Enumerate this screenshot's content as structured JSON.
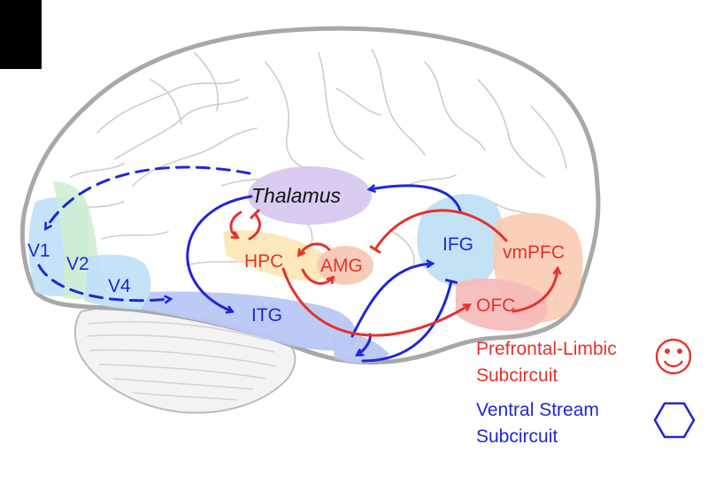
{
  "regions": {
    "thalamus": "Thalamus",
    "v1": "V1",
    "v2": "V2",
    "v4": "V4",
    "itg": "ITG",
    "hpc": "HPC",
    "amg": "AMG",
    "ifg": "IFG",
    "vmpfc": "vmPFC",
    "ofc": "OFC"
  },
  "legend": {
    "prefrontal_limbic": [
      "Prefrontal-Limbic",
      "Subcircuit"
    ],
    "ventral_stream": [
      "Ventral Stream",
      "Subcircuit"
    ],
    "prefrontal_limbic_symbol": "smiley-icon",
    "ventral_stream_symbol": "hexagon-icon"
  },
  "colors": {
    "ventral_stream": "#1f27d6",
    "prefrontal_limbic": "#e5322a",
    "brain_outline": "#a8a8a8",
    "thalamus_fill": "#d8c8ef"
  }
}
